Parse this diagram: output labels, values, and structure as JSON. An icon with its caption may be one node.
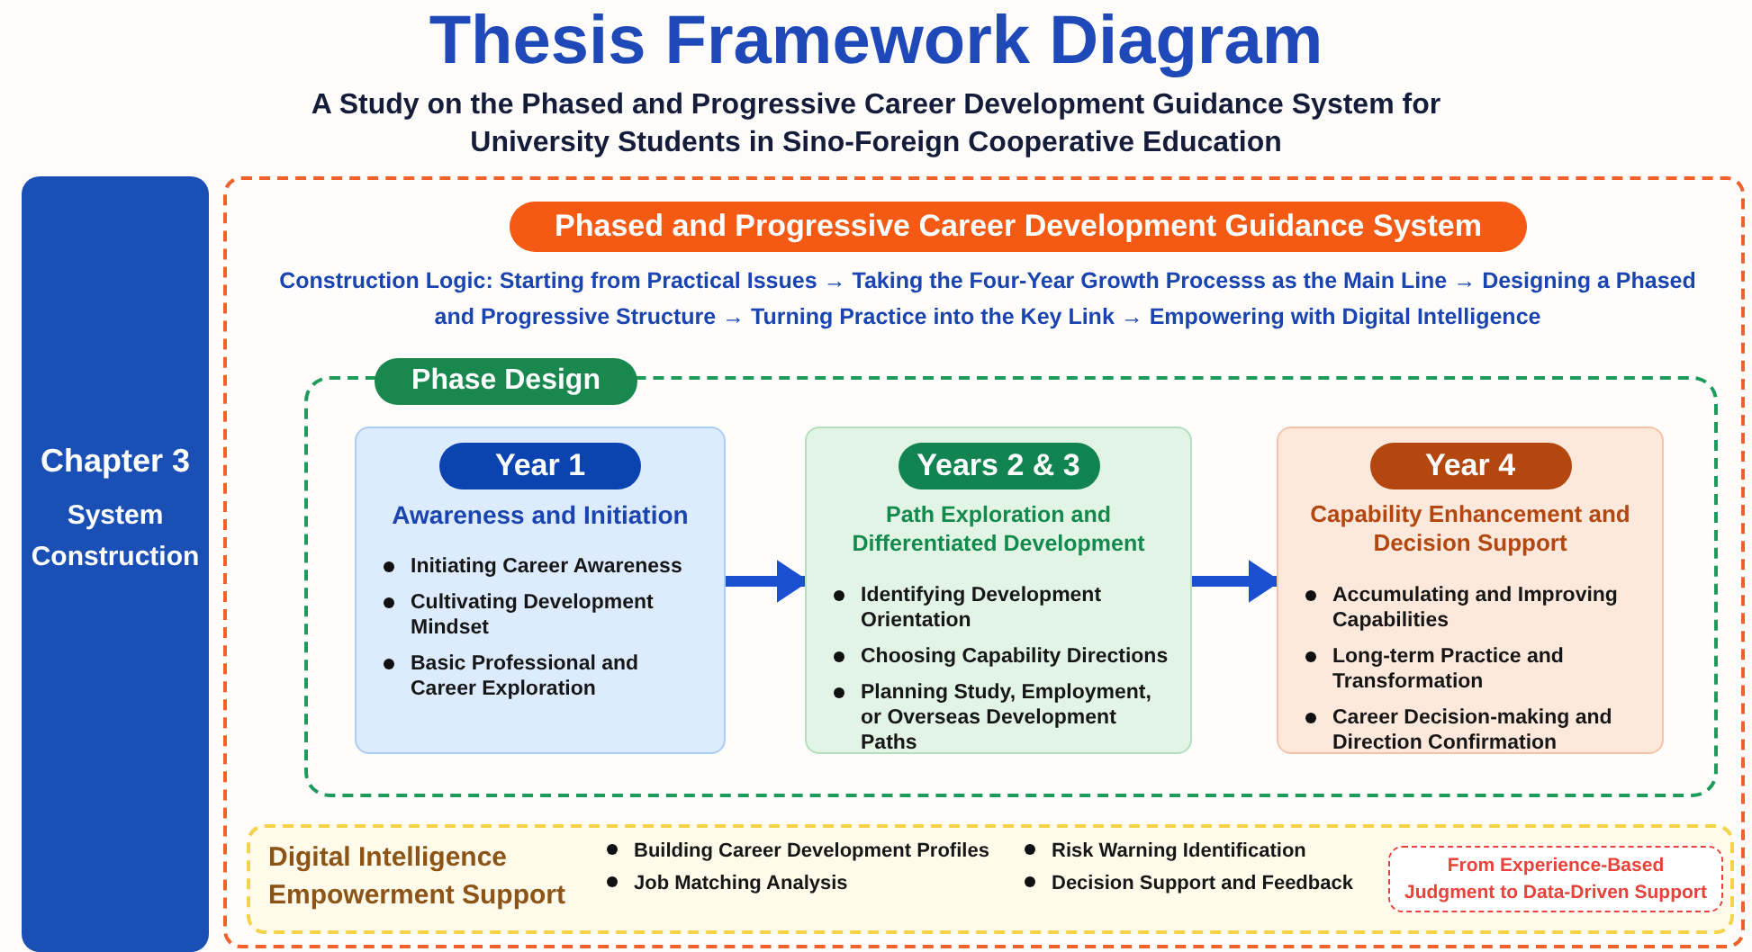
{
  "diagram": {
    "title": "Thesis Framework Diagram",
    "nodes": [
      {
        "text": [
          "Chapter 3",
          "System Construction"
        ]
      },
      {
        "text": [
          "Phased and Progressive Career Development Guidance System",
          "Construction Logic: Starting from Practical Issues → Taking the Four-Year Growth Processs as the Main Line → Designing a Phased and Progressive Structure → Turning Practice into the Key Link → Empowering with Digital Intelligence"
        ]
      },
      {
        "text": [
          "Phase Design"
        ],
        "in": 1
      },
      {
        "text": [
          "Year 1",
          "Awareness and Initiation",
          "Initiating Career Awareness",
          "Cultivating Development Mindset",
          "Basic Professional and Career Exploration"
        ],
        "in": 2
      },
      {
        "text": [
          "Years 2 & 3",
          "Path Exploration and Differentiated Development",
          "Identifying Development Orientation",
          "Choosing Capability Directions",
          "Planning Study, Employment, or Overseas Development Paths"
        ],
        "in": 2
      },
      {
        "text": [
          "Year 4",
          "Capability Enhancement and Decision Support",
          "Accumulating and Improving Capabilities",
          "Long-term Practice and Transformation",
          "Career Decision-making and Direction Confirmation"
        ],
        "in": 2
      },
      {
        "text": [
          "Digital Intelligence Empowerment Support",
          "Building Career Development Profiles",
          "Job Matching Analysis",
          "Risk Warning Identification",
          "Decision Support and Feedback"
        ],
        "in": 1
      },
      {
        "text": [
          "From Experience-Based Judgment to Data-Driven Support"
        ],
        "in": 6
      }
    ],
    "edges": [
      {
        "from": 3,
        "to": 4,
        "arrow": "to"
      },
      {
        "from": 4,
        "to": 5,
        "arrow": "to"
      }
    ],
    "labels": [
      "A Study on the Phased and Progressive Career Development Guidance System for University Students in Sino-Foreign Cooperative Education"
    ]
  }
}
